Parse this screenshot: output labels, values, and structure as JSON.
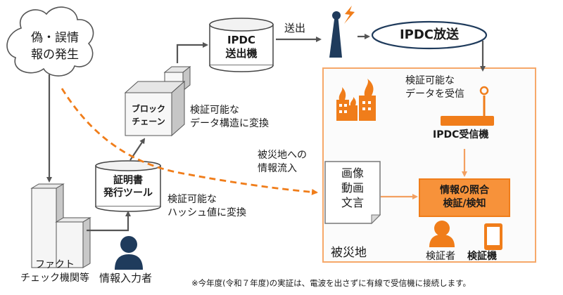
{
  "misinfo": {
    "line1": "偽・誤情",
    "line2": "報の発生"
  },
  "factcheck": {
    "line1": "ファクト",
    "line2": "チェック機関等"
  },
  "input_person": {
    "label": "情報入力者"
  },
  "cert_tool": {
    "line1": "証明書",
    "line2": "発行ツール"
  },
  "hash_note": {
    "line1": "検証可能な",
    "line2": "ハッシュ値に変換"
  },
  "blockchain": {
    "line1": "ブロック",
    "line2": "チェーン"
  },
  "structure_note": {
    "line1": "検証可能な",
    "line2": "データ構造に変換"
  },
  "transmitter": {
    "line1": "IPDC",
    "line2": "送出機"
  },
  "send_label": "送出",
  "broadcast": {
    "label": "IPDC放送"
  },
  "receive_note": {
    "line1": "検証可能な",
    "line2": "データを受信"
  },
  "receiver": {
    "label": "IPDC受信機"
  },
  "inflow_note": {
    "line1": "被災地への",
    "line2": "情報流入"
  },
  "media": {
    "line1": "画像",
    "line2": "動画",
    "line3": "文言"
  },
  "verify_box": {
    "line1": "情報の照合",
    "line2": "検証/検知"
  },
  "verifier": {
    "label": "検証者"
  },
  "phone_caption": "検証機",
  "disaster_area": {
    "label": "被災地"
  },
  "footnote": "※今年度(令和７年度)の実証は、電波を出さずに有線で受信機に接続します。",
  "colors": {
    "arrow_gray": "#555555",
    "orange": "#f07d1a",
    "orange_fill": "#f7923a",
    "navy": "#1f3b5c",
    "area_border": "#f6a869",
    "area_fill": "#fbfbfb"
  }
}
